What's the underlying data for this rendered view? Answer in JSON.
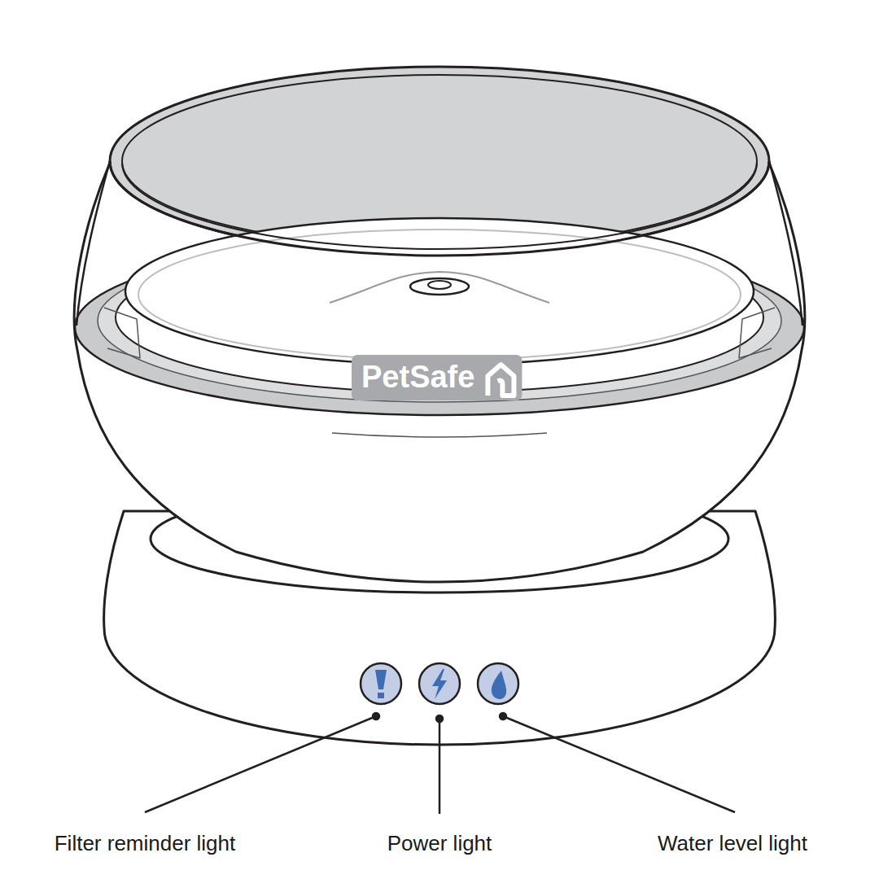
{
  "diagram": {
    "labels": [
      "PetSafe",
      "Filter reminder light",
      "Power light",
      "Water level light"
    ]
  }
}
